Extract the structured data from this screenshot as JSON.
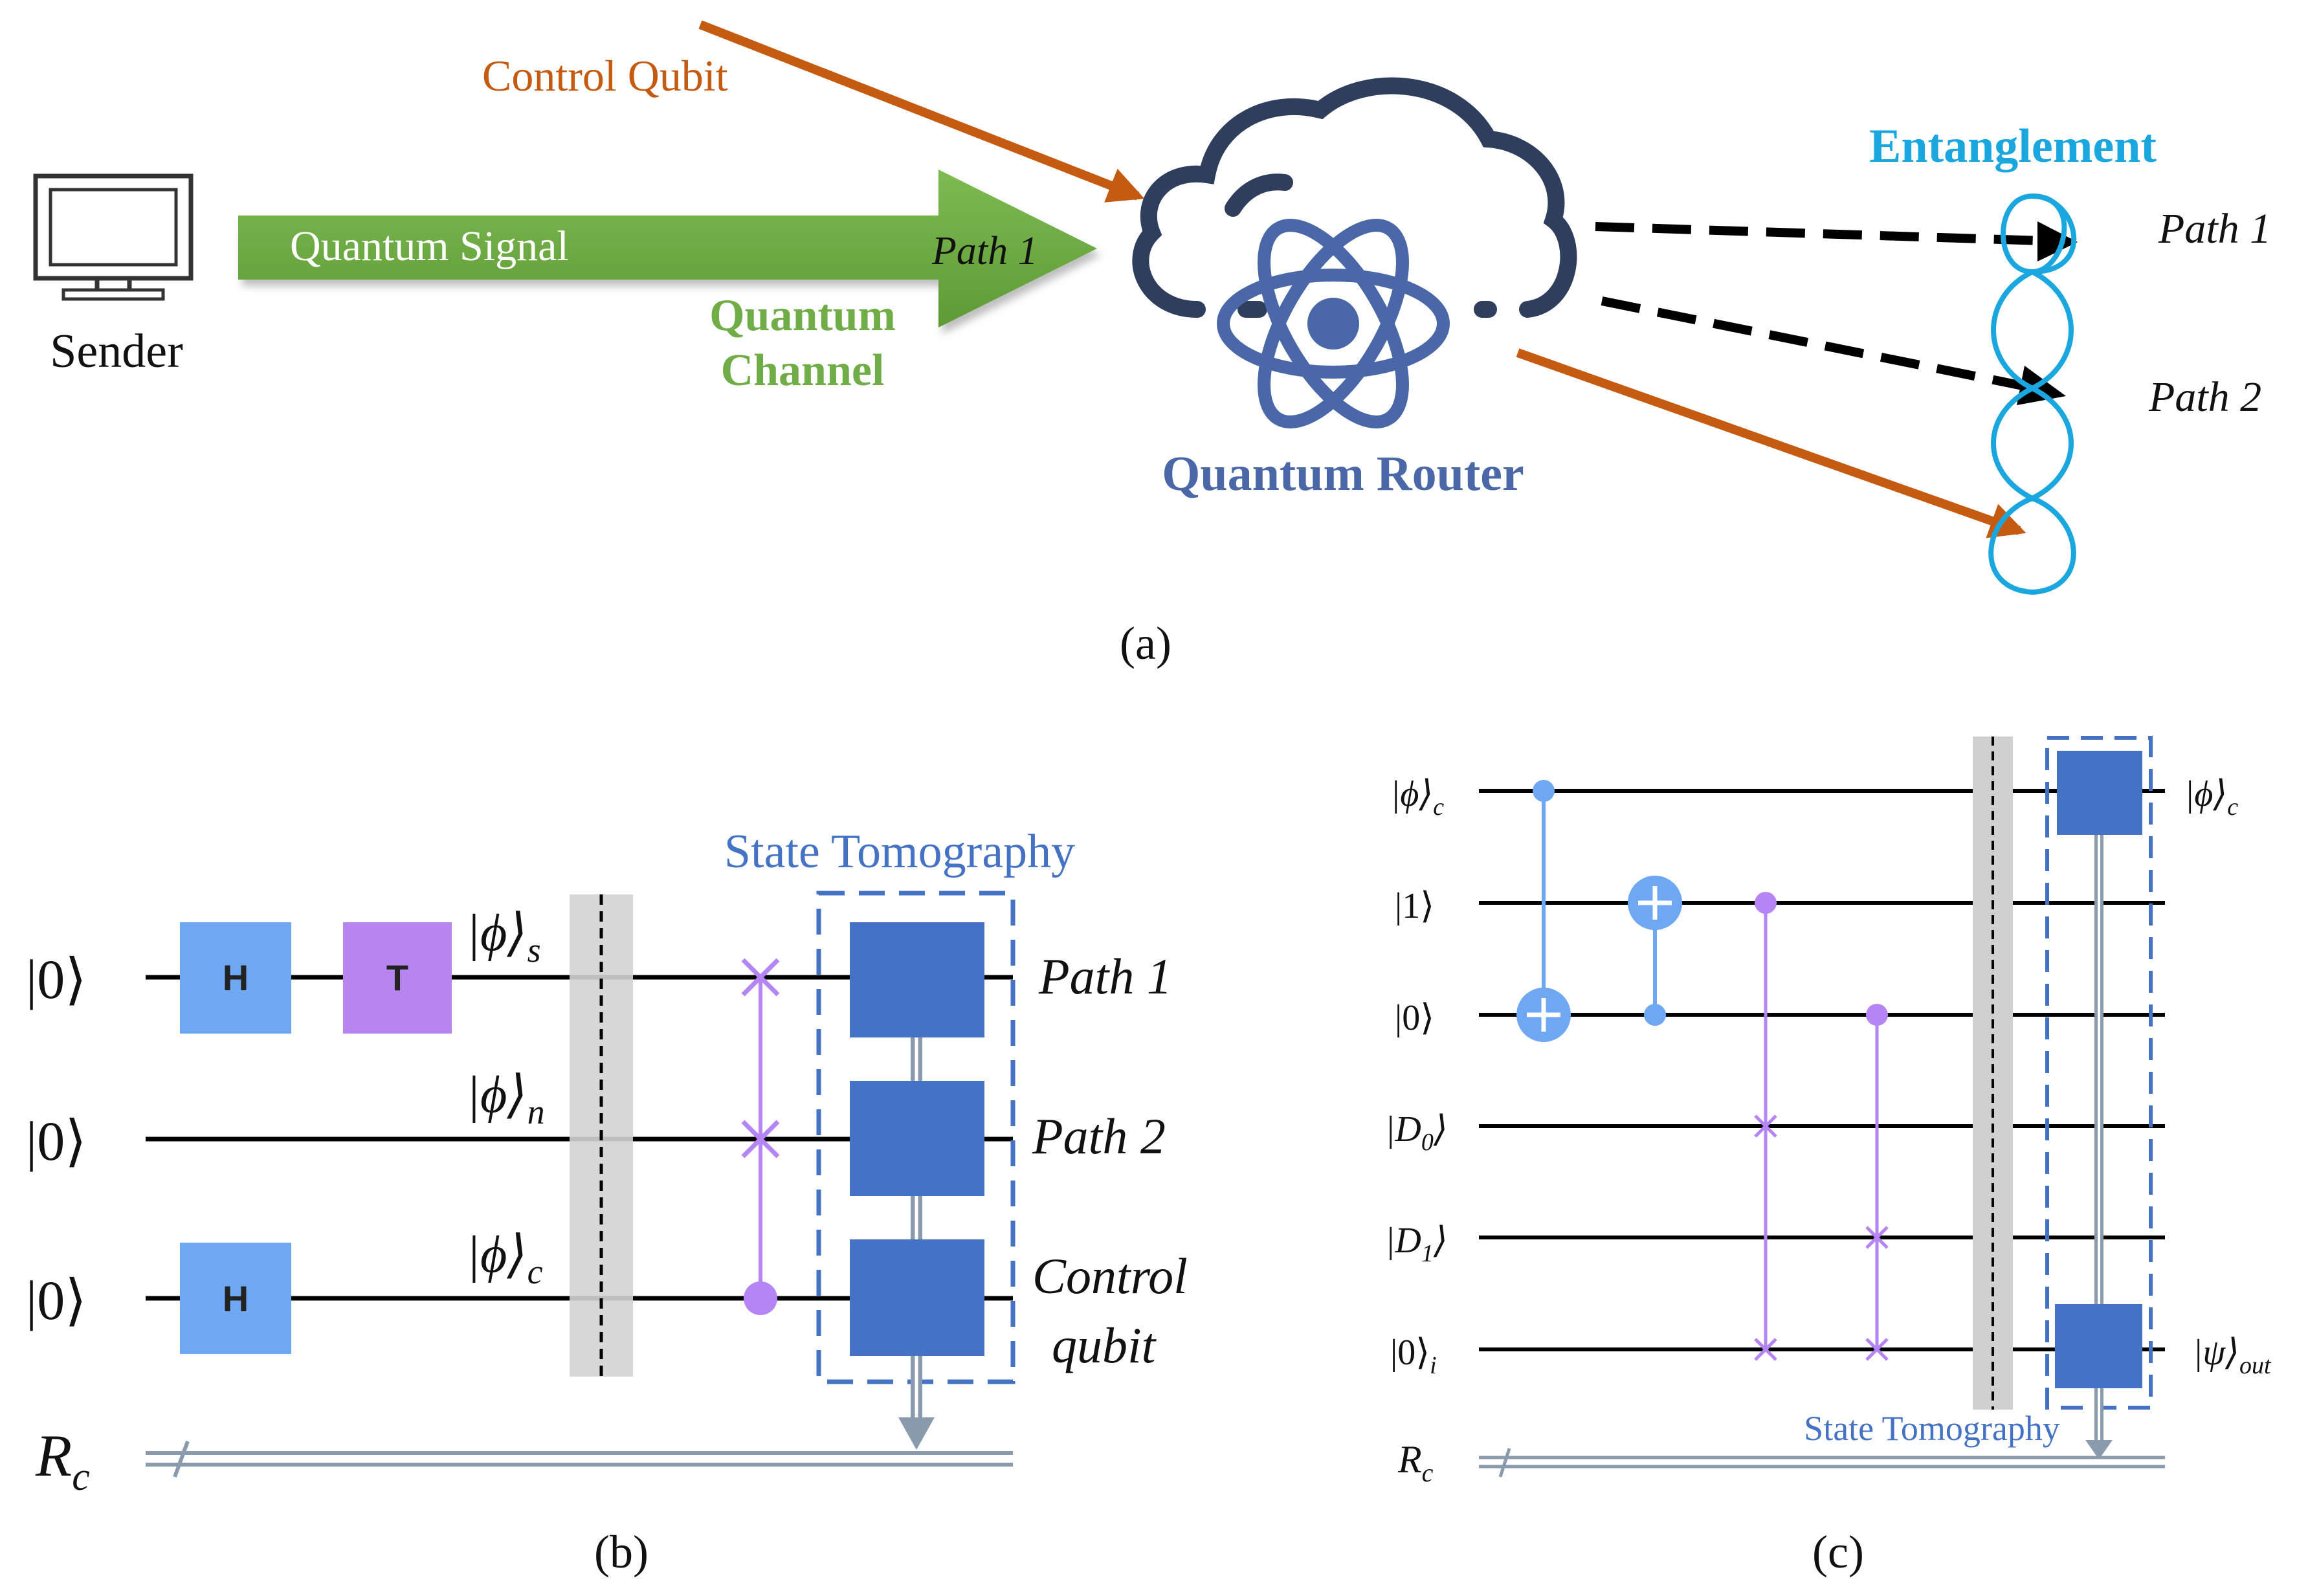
{
  "panel_a": {
    "sender_label": "Sender",
    "control_qubit_label": "Control Qubit",
    "quantum_signal_label": "Quantum Signal",
    "arrow_path_label": "Path 1",
    "quantum_channel_line1": "Quantum",
    "quantum_channel_line2": "Channel",
    "router_label": "Quantum Router",
    "entanglement_label": "Entanglement",
    "path1_label": "Path 1",
    "path2_label": "Path 2",
    "caption": "(a)",
    "colors": {
      "control": "#C55A11",
      "channel": "#70AD47",
      "router": "#4A68A8",
      "entanglement": "#1AA7E0",
      "monitor": "#333333"
    }
  },
  "panel_b": {
    "title": "State Tomography",
    "qubits": [
      "|0⟩",
      "|0⟩",
      "|0⟩"
    ],
    "register": "R",
    "register_sub": "c",
    "gates": {
      "h": "H",
      "t": "T"
    },
    "state_s": "|ϕ⟩",
    "state_s_sub": "s",
    "state_n": "|ϕ⟩",
    "state_n_sub": "n",
    "state_c": "|ϕ⟩",
    "state_c_sub": "c",
    "out_path1": "Path 1",
    "out_path2": "Path 2",
    "out_control_1": "Control",
    "out_control_2": "qubit",
    "caption": "(b)",
    "colors": {
      "h_gate": "#6FA8F2",
      "t_gate": "#B784F0",
      "measure": "#4472C4",
      "swap": "#B584F5"
    }
  },
  "panel_c": {
    "qubits": [
      "|ϕ⟩",
      "|1⟩",
      "|0⟩",
      "|D",
      "|D",
      "|0⟩"
    ],
    "qubit_subs": [
      "c",
      "",
      "",
      "0",
      "1",
      "i"
    ],
    "outputs": [
      "|ϕ⟩",
      "|ψ⟩"
    ],
    "output_subs": [
      "c",
      "out"
    ],
    "register": "R",
    "register_sub": "c",
    "tomography_label": "State Tomography",
    "caption": "(c)",
    "colors": {
      "cnot": "#6FA8F2",
      "swap": "#B584F5",
      "measure": "#4472C4",
      "barrier": "#D0D0D0"
    }
  }
}
